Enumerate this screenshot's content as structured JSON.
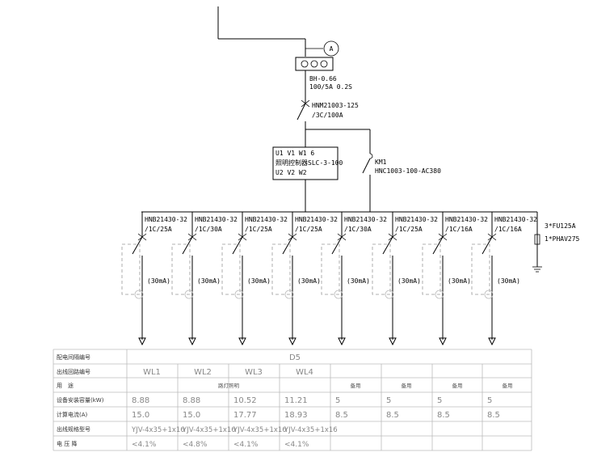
{
  "meter_marker": "A",
  "ct_label_1": "BH-0.66",
  "ct_label_2": "100/5A 0.2S",
  "main_breaker_1": "HNM21003-125",
  "main_breaker_2": "/3C/100A",
  "controller_line1": "U1 V1 W1 6",
  "controller_line2": "照明控制器SLC-3-100",
  "controller_line3": "U2 V2 W2",
  "contactor_1": "KM1",
  "contactor_2": "HNC1003-100-AC380",
  "spd_1": "3*FU125A",
  "spd_2": "1*PHAV275",
  "branches": [
    {
      "breaker": "HNB21430-32",
      "rating": "/1C/25A",
      "rcd": "(30mA)"
    },
    {
      "breaker": "HNB21430-32",
      "rating": "/1C/30A",
      "rcd": "(30mA)"
    },
    {
      "breaker": "HNB21430-32",
      "rating": "/1C/25A",
      "rcd": "(30mA)"
    },
    {
      "breaker": "HNB21430-32",
      "rating": "/1C/25A",
      "rcd": "(30mA)"
    },
    {
      "breaker": "HNB21430-32",
      "rating": "/1C/30A",
      "rcd": "(30mA)"
    },
    {
      "breaker": "HNB21430-32",
      "rating": "/1C/25A",
      "rcd": "(30mA)"
    },
    {
      "breaker": "HNB21430-32",
      "rating": "/1C/16A",
      "rcd": "(30mA)"
    },
    {
      "breaker": "HNB21430-32",
      "rating": "/1C/16A",
      "rcd": "(30mA)"
    }
  ],
  "table": {
    "row_labels": [
      "配电间隔编号",
      "出线回路编号",
      "用　途",
      "设备安装容量(kW)",
      "计算电流(A)",
      "出线规格型号",
      "电 压 降"
    ],
    "panel_id": "D5",
    "circuits": [
      "WL1",
      "WL2",
      "WL3",
      "WL4"
    ],
    "purpose_main": "路灯照明",
    "spare": "备用",
    "capacity": [
      "8.88",
      "8.88",
      "10.52",
      "11.21",
      "5",
      "5",
      "5",
      "5"
    ],
    "current": [
      "15.0",
      "15.0",
      "17.77",
      "18.93",
      "8.5",
      "8.5",
      "8.5",
      "8.5"
    ],
    "cable": [
      "YJV-4x35+1x16",
      "YJV-4x35+1x16",
      "YJV-4x35+1x16",
      "YJV-4x35+1x16"
    ],
    "vdrop": [
      "<4.1%",
      "<4.8%",
      "<4.1%",
      "<4.1%"
    ]
  }
}
